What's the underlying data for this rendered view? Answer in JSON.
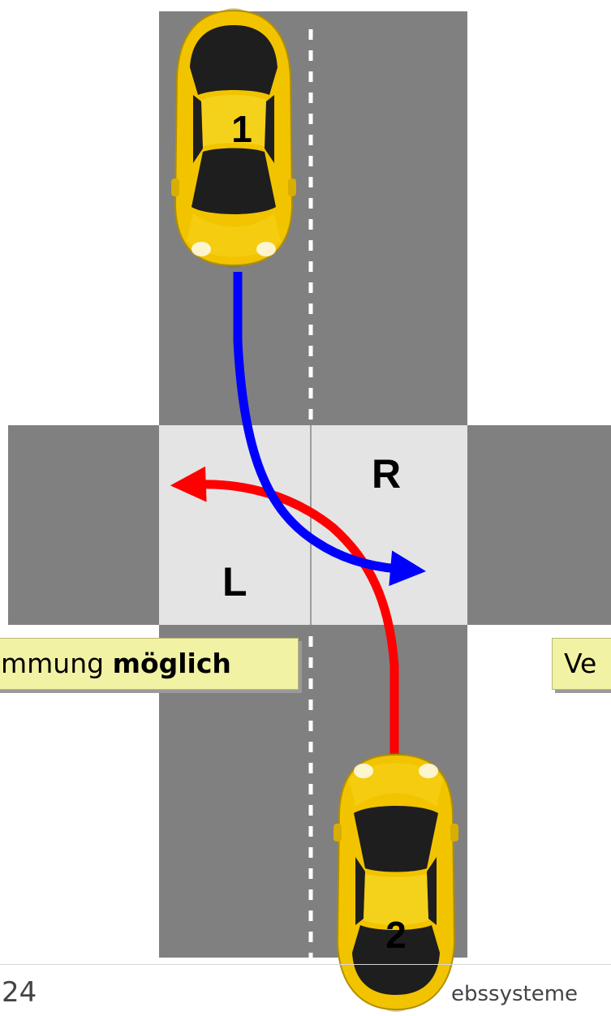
{
  "lanes": {
    "left": "L",
    "right": "R"
  },
  "cars": [
    {
      "label": "1"
    },
    {
      "label": "2"
    }
  ],
  "callouts": {
    "left_prefix": "mmung ",
    "left_bold": "möglich",
    "right": "Ve"
  },
  "footer": {
    "page_number": "24",
    "right_text": "ebssysteme"
  },
  "colors": {
    "road": "#808080",
    "crossing": "#e4e4e4",
    "car_body": "#f2c400",
    "path_car1": "#0000ff",
    "path_car2": "#ff0000",
    "callout_bg": "#f2f2a4"
  }
}
